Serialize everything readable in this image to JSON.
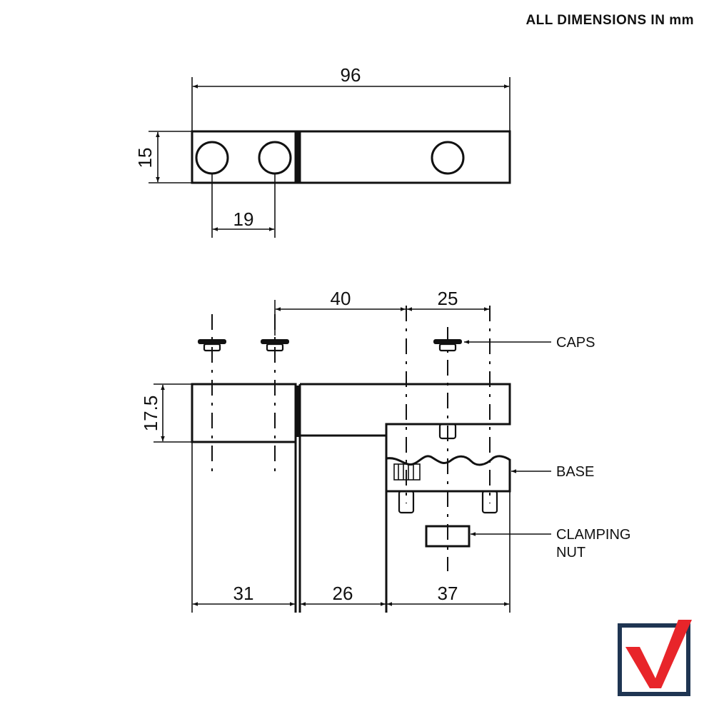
{
  "header": {
    "note": "ALL DIMENSIONS IN mm"
  },
  "dimensions": {
    "top_length": "96",
    "top_height": "15",
    "hole_pitch": "19",
    "side_height": "17.5",
    "span_40": "40",
    "span_25": "25",
    "bottom_31": "31",
    "bottom_26": "26",
    "bottom_37": "37"
  },
  "callouts": {
    "caps": "CAPS",
    "base": "BASE",
    "clamping_nut_line1": "CLAMPING",
    "clamping_nut_line2": "NUT"
  },
  "logo": {
    "border_color": "#1f3552",
    "check_color": "#e8252a"
  }
}
